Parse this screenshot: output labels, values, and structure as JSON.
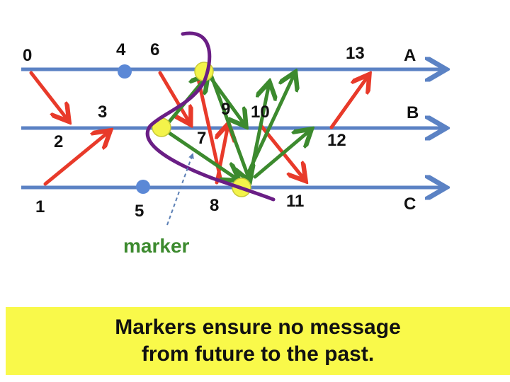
{
  "processes": [
    {
      "id": "A",
      "label": "A"
    },
    {
      "id": "B",
      "label": "B"
    },
    {
      "id": "C",
      "label": "C"
    }
  ],
  "events": [
    {
      "id": "e0",
      "label": "0",
      "process": "A"
    },
    {
      "id": "e1",
      "label": "1",
      "process": "C"
    },
    {
      "id": "e2",
      "label": "2",
      "process": "B"
    },
    {
      "id": "e3",
      "label": "3",
      "process": "B"
    },
    {
      "id": "e4",
      "label": "4",
      "process": "A",
      "style": "local-event"
    },
    {
      "id": "e5",
      "label": "5",
      "process": "C",
      "style": "local-event"
    },
    {
      "id": "e6",
      "label": "6",
      "process": "A"
    },
    {
      "id": "e7",
      "label": "7",
      "process": "B"
    },
    {
      "id": "e8",
      "label": "8",
      "process": "C"
    },
    {
      "id": "e9",
      "label": "9",
      "process": "B"
    },
    {
      "id": "e10",
      "label": "10",
      "process": "B"
    },
    {
      "id": "e11",
      "label": "11",
      "process": "C"
    },
    {
      "id": "e12",
      "label": "12",
      "process": "B"
    },
    {
      "id": "e13",
      "label": "13",
      "process": "A"
    }
  ],
  "snapshot_points": [
    {
      "process": "A",
      "style": "snapshot"
    },
    {
      "process": "B",
      "style": "snapshot"
    },
    {
      "process": "C",
      "style": "snapshot"
    }
  ],
  "messages": [
    {
      "from": "A",
      "to": "B",
      "kind": "application"
    },
    {
      "from": "C",
      "to": "B",
      "kind": "application"
    },
    {
      "from": "A",
      "to": "B",
      "kind": "application"
    },
    {
      "from": "C",
      "to": "B",
      "kind": "application"
    },
    {
      "from": "B",
      "to": "C",
      "kind": "application"
    },
    {
      "from": "B",
      "to": "A",
      "kind": "application"
    },
    {
      "from": "A",
      "to": "C",
      "kind": "application"
    },
    {
      "from": "A",
      "to": "B",
      "kind": "marker"
    },
    {
      "from": "B",
      "to": "A",
      "kind": "marker"
    },
    {
      "from": "B",
      "to": "C",
      "kind": "marker"
    },
    {
      "from": "C",
      "to": "A",
      "kind": "marker"
    },
    {
      "from": "C",
      "to": "B",
      "kind": "marker"
    },
    {
      "from": "A",
      "to": "C",
      "kind": "marker"
    },
    {
      "from": "C",
      "to": "A",
      "kind": "marker"
    },
    {
      "from": "C",
      "to": "B",
      "kind": "marker"
    }
  ],
  "annotation": {
    "label": "marker"
  },
  "cut": {
    "description_kind": "consistent-cut-curve"
  },
  "caption": {
    "line1": "Markers ensure no message",
    "line2": "from future to the past."
  },
  "colors": {
    "process_line": "#5b82c4",
    "local_event": "#5b88d6",
    "snapshot_fill": "#f3f34a",
    "application_message": "#e83a2a",
    "marker_message": "#3c8a2e",
    "cut_curve": "#6a1e85",
    "marker_label": "#3c8a2e",
    "annotation_arrow": "#5b7fb5",
    "caption_bg": "#f9f94a"
  }
}
